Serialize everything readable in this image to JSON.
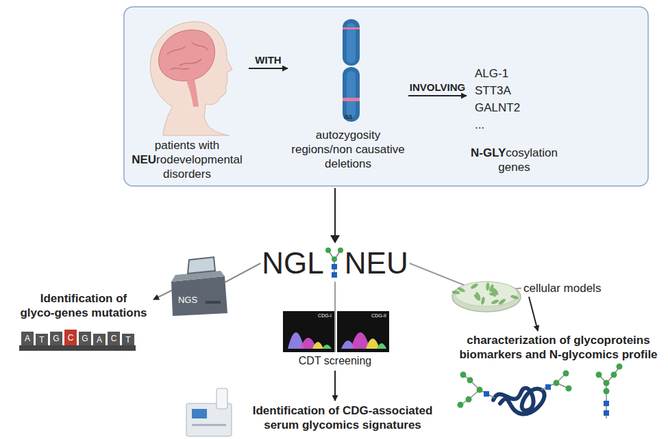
{
  "diagram": {
    "nodes": [
      {
        "text": [
          "patients with NEUrodevelopmental disorders"
        ]
      },
      {
        "text": [
          "aa",
          "autozygosity regions/non causative deletions"
        ]
      },
      {
        "text": [
          "ALG-1 STT3A GALNT2 ...",
          "N-GLYcosylation genes"
        ]
      },
      {
        "text": [
          "NGL",
          "NEU"
        ]
      },
      {
        "text": [
          "Identification of glyco-genes mutations"
        ]
      },
      {
        "text": [
          "CDT screening"
        ]
      },
      {
        "text": [
          "Identification of CDG-associated serum glycomics signatures"
        ]
      },
      {
        "text": [
          "cellular models"
        ]
      },
      {
        "text": [
          "characterization of glycoproteins biomarkers and N-glycomics profile"
        ]
      }
    ],
    "edges": [
      {
        "from": 0,
        "to": 1,
        "label": "WITH",
        "arrow": "to"
      },
      {
        "from": 1,
        "to": 2,
        "label": "INVOLVING",
        "arrow": "to"
      },
      {
        "from": 3,
        "to": 4,
        "arrow": "to"
      },
      {
        "from": 3,
        "to": 5,
        "arrow": "none"
      },
      {
        "from": 5,
        "to": 6,
        "arrow": "to"
      },
      {
        "from": 3,
        "to": 7,
        "arrow": "none"
      },
      {
        "from": 7,
        "to": 8,
        "arrow": "to"
      }
    ],
    "labels": [
      "NGS",
      "A",
      "T",
      "G",
      "C",
      "G",
      "A",
      "C",
      "T",
      "CDG-I",
      "CDG-II"
    ]
  }
}
